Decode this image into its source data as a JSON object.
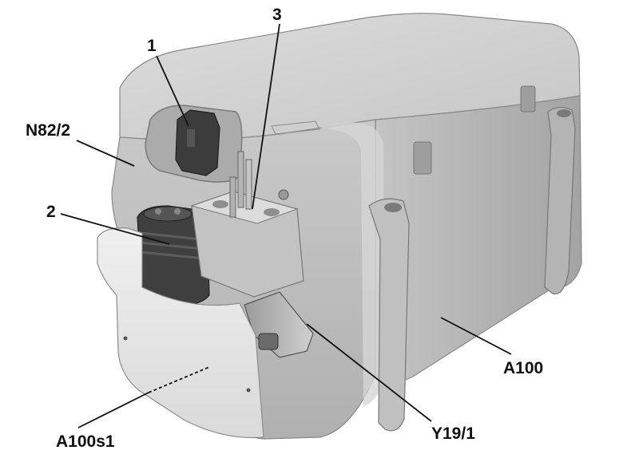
{
  "labels": {
    "callout_1": "1",
    "callout_2": "2",
    "callout_3": "3",
    "n82_2": "N82/2",
    "a100": "A100",
    "a100s1": "A100s1",
    "y19_1": "Y19/1"
  },
  "colors": {
    "housing_top": "#d2d2d2",
    "housing_front": "#b9b9b9",
    "housing_side": "#a9a9a9",
    "cover_light": "#e4e4e4",
    "connector_dark": "#3c3c3c",
    "leader_line": "#111111"
  }
}
